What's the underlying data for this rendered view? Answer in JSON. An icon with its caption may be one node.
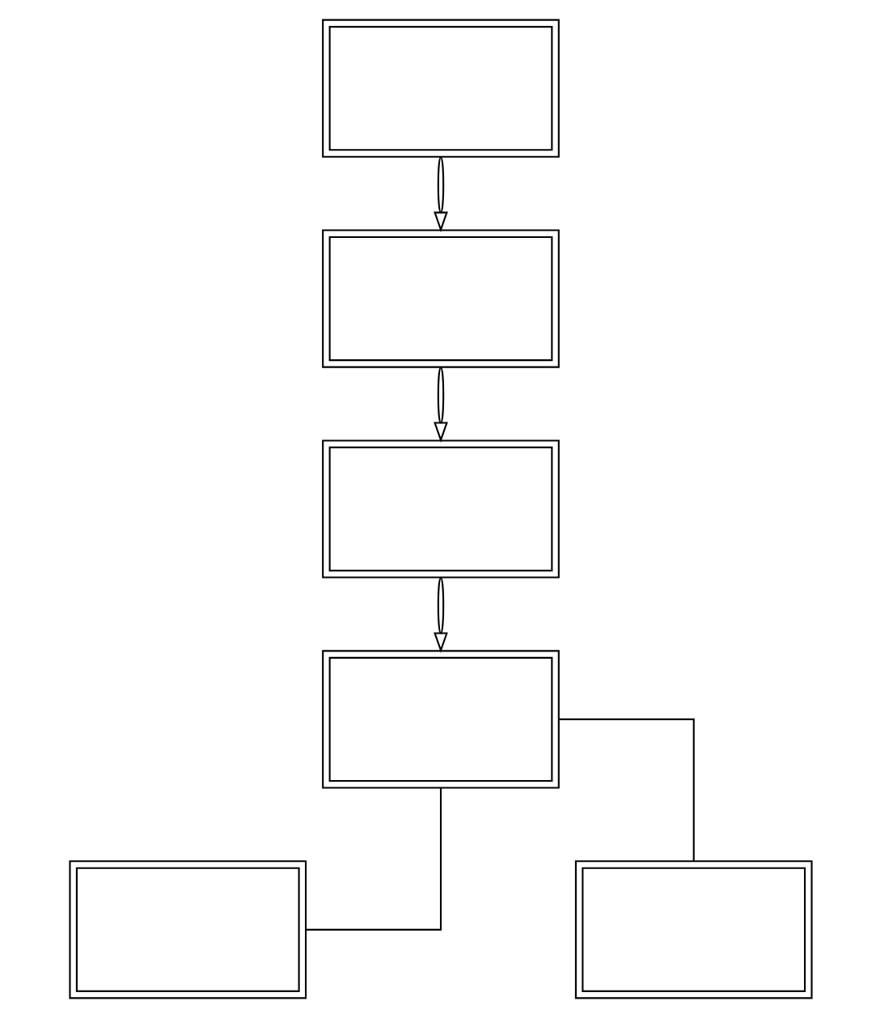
{
  "diagram": {
    "nodes": [
      {
        "text": [],
        "shape": "box"
      },
      {
        "text": [],
        "shape": "box"
      },
      {
        "text": [],
        "shape": "box"
      },
      {
        "text": [],
        "shape": "box"
      },
      {
        "text": [],
        "shape": "box"
      },
      {
        "text": [],
        "shape": "box"
      }
    ],
    "edges": [
      {
        "from": 0,
        "to": 1,
        "arrow": "to"
      },
      {
        "from": 1,
        "to": 2,
        "arrow": "to"
      },
      {
        "from": 2,
        "to": 3,
        "arrow": "to"
      },
      {
        "from": 3,
        "to": 4,
        "arrow": "none"
      },
      {
        "from": 3,
        "to": 5,
        "arrow": "none"
      }
    ]
  }
}
